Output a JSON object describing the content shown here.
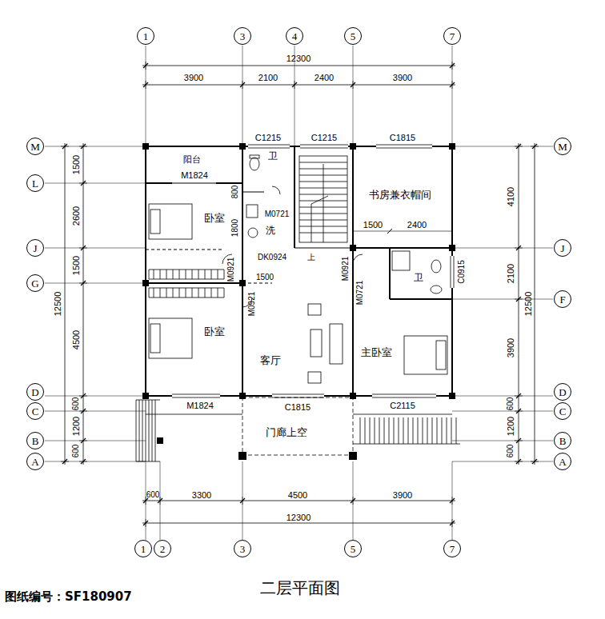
{
  "diagram": {
    "title": "二层平面图",
    "caption": "图纸编号：SF180907",
    "nodes": [
      {
        "text": [
          "1"
        ]
      },
      {
        "text": [
          "3"
        ]
      },
      {
        "text": [
          "4"
        ]
      },
      {
        "text": [
          "5"
        ]
      },
      {
        "text": [
          "7"
        ]
      },
      {
        "text": [
          "M"
        ]
      },
      {
        "text": [
          "L"
        ]
      },
      {
        "text": [
          "J"
        ]
      },
      {
        "text": [
          "G"
        ]
      },
      {
        "text": [
          "D"
        ]
      },
      {
        "text": [
          "C"
        ]
      },
      {
        "text": [
          "B"
        ]
      },
      {
        "text": [
          "A"
        ]
      },
      {
        "text": [
          "M"
        ]
      },
      {
        "text": [
          "J"
        ]
      },
      {
        "text": [
          "F"
        ]
      },
      {
        "text": [
          "D"
        ]
      },
      {
        "text": [
          "C"
        ]
      },
      {
        "text": [
          "B"
        ]
      },
      {
        "text": [
          "A"
        ]
      },
      {
        "text": [
          "1"
        ]
      },
      {
        "text": [
          "2"
        ]
      },
      {
        "text": [
          "3"
        ]
      },
      {
        "text": [
          "5"
        ]
      },
      {
        "text": [
          "7"
        ]
      }
    ],
    "labels": [
      "12300",
      "3900",
      "2100",
      "2400",
      "3900",
      "1500",
      "2600",
      "1500",
      "4500",
      "600",
      "1200",
      "600",
      "12500",
      "4100",
      "2100",
      "3900",
      "600",
      "1200",
      "600",
      "12500",
      "600",
      "3300",
      "4500",
      "3900",
      "12300",
      "C1215",
      "C1215",
      "C1815",
      "阳台",
      "M1824",
      "卫",
      "800",
      "M0721",
      "1800",
      "洗",
      "卧室",
      "书房兼衣帽间",
      "1500",
      "2400",
      "上",
      "DK0924",
      "M0921",
      "M0921",
      "卫",
      "C0915",
      "1500",
      "M0721",
      "M0921",
      "卧室",
      "客厅",
      "主卧室",
      "M1824",
      "C1815",
      "C2115",
      "门廊上空"
    ]
  }
}
